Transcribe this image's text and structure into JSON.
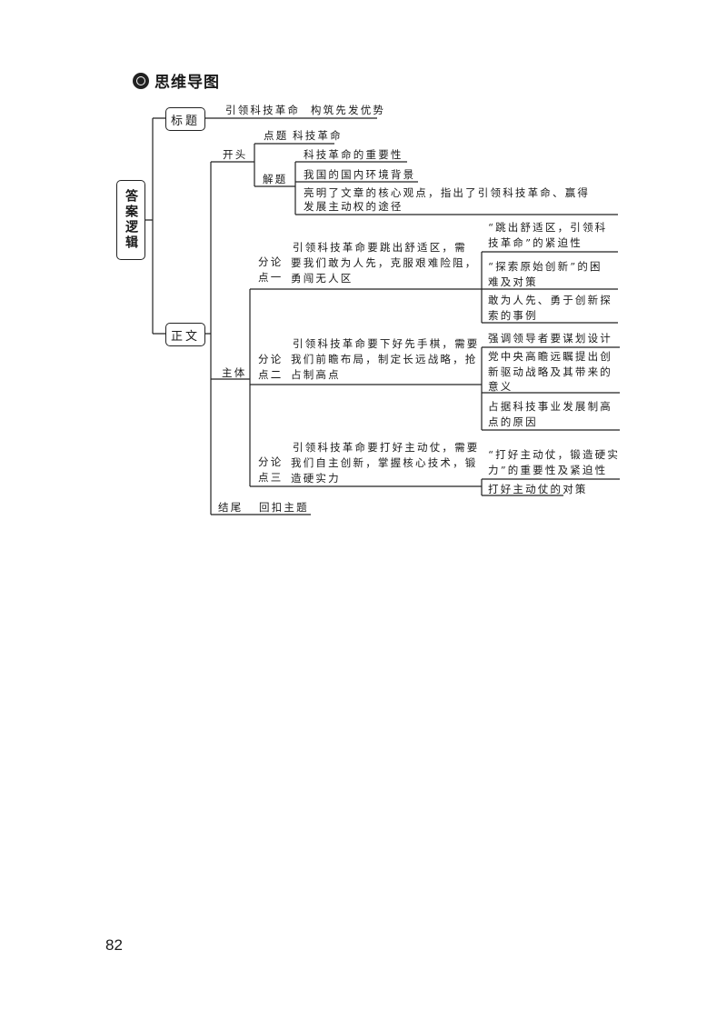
{
  "section_title": "思维导图",
  "root": "答案逻辑",
  "title_node": {
    "label": "标题",
    "text": "引领科技革命  构筑先发优势"
  },
  "body_node": {
    "label": "正文",
    "opening": {
      "label": "开头",
      "point_label": "点题",
      "point_text": "科技革命",
      "explain_label": "解题",
      "explain_items": [
        "科技革命的重要性",
        "我国的国内环境背景",
        "亮明了文章的核心观点，指出了引领科技革命、赢得",
        "发展主动权的途径"
      ]
    },
    "main": {
      "label": "主体",
      "subs": [
        {
          "label": [
            "分论",
            "点一"
          ],
          "text": [
            "引领科技革命要跳出舒适区，需",
            "要我们敢为人先，克服艰难险阻，",
            "勇闯无人区"
          ],
          "items": [
            [
              "“跳出舒适区，引领科",
              "技革命”的紧迫性"
            ],
            [
              "“探索原始创新”的困",
              "难及对策"
            ],
            [
              "敢为人先、勇于创新探",
              "索的事例"
            ]
          ]
        },
        {
          "label": [
            "分论",
            "点二"
          ],
          "text": [
            "引领科技革命要下好先手棋，需要",
            "我们前瞻布局，制定长远战略，抢",
            "占制高点"
          ],
          "items": [
            [
              "强调领导者要谋划设计"
            ],
            [
              "党中央高瞻远瞩提出创",
              "新驱动战略及其带来的",
              "意义"
            ],
            [
              "占据科技事业发展制高",
              "点的原因"
            ]
          ]
        },
        {
          "label": [
            "分论",
            "点三"
          ],
          "text": [
            "引领科技革命要打好主动仗，需要",
            "我们自主创新，掌握核心技术，锻",
            "造硬实力"
          ],
          "items": [
            [
              "“打好主动仗，锻造硬实",
              "力”的重要性及紧迫性"
            ],
            [
              "打好主动仗的对策"
            ]
          ]
        }
      ]
    },
    "ending": {
      "label": "结尾",
      "text": "回扣主题"
    }
  },
  "page_number": "82"
}
